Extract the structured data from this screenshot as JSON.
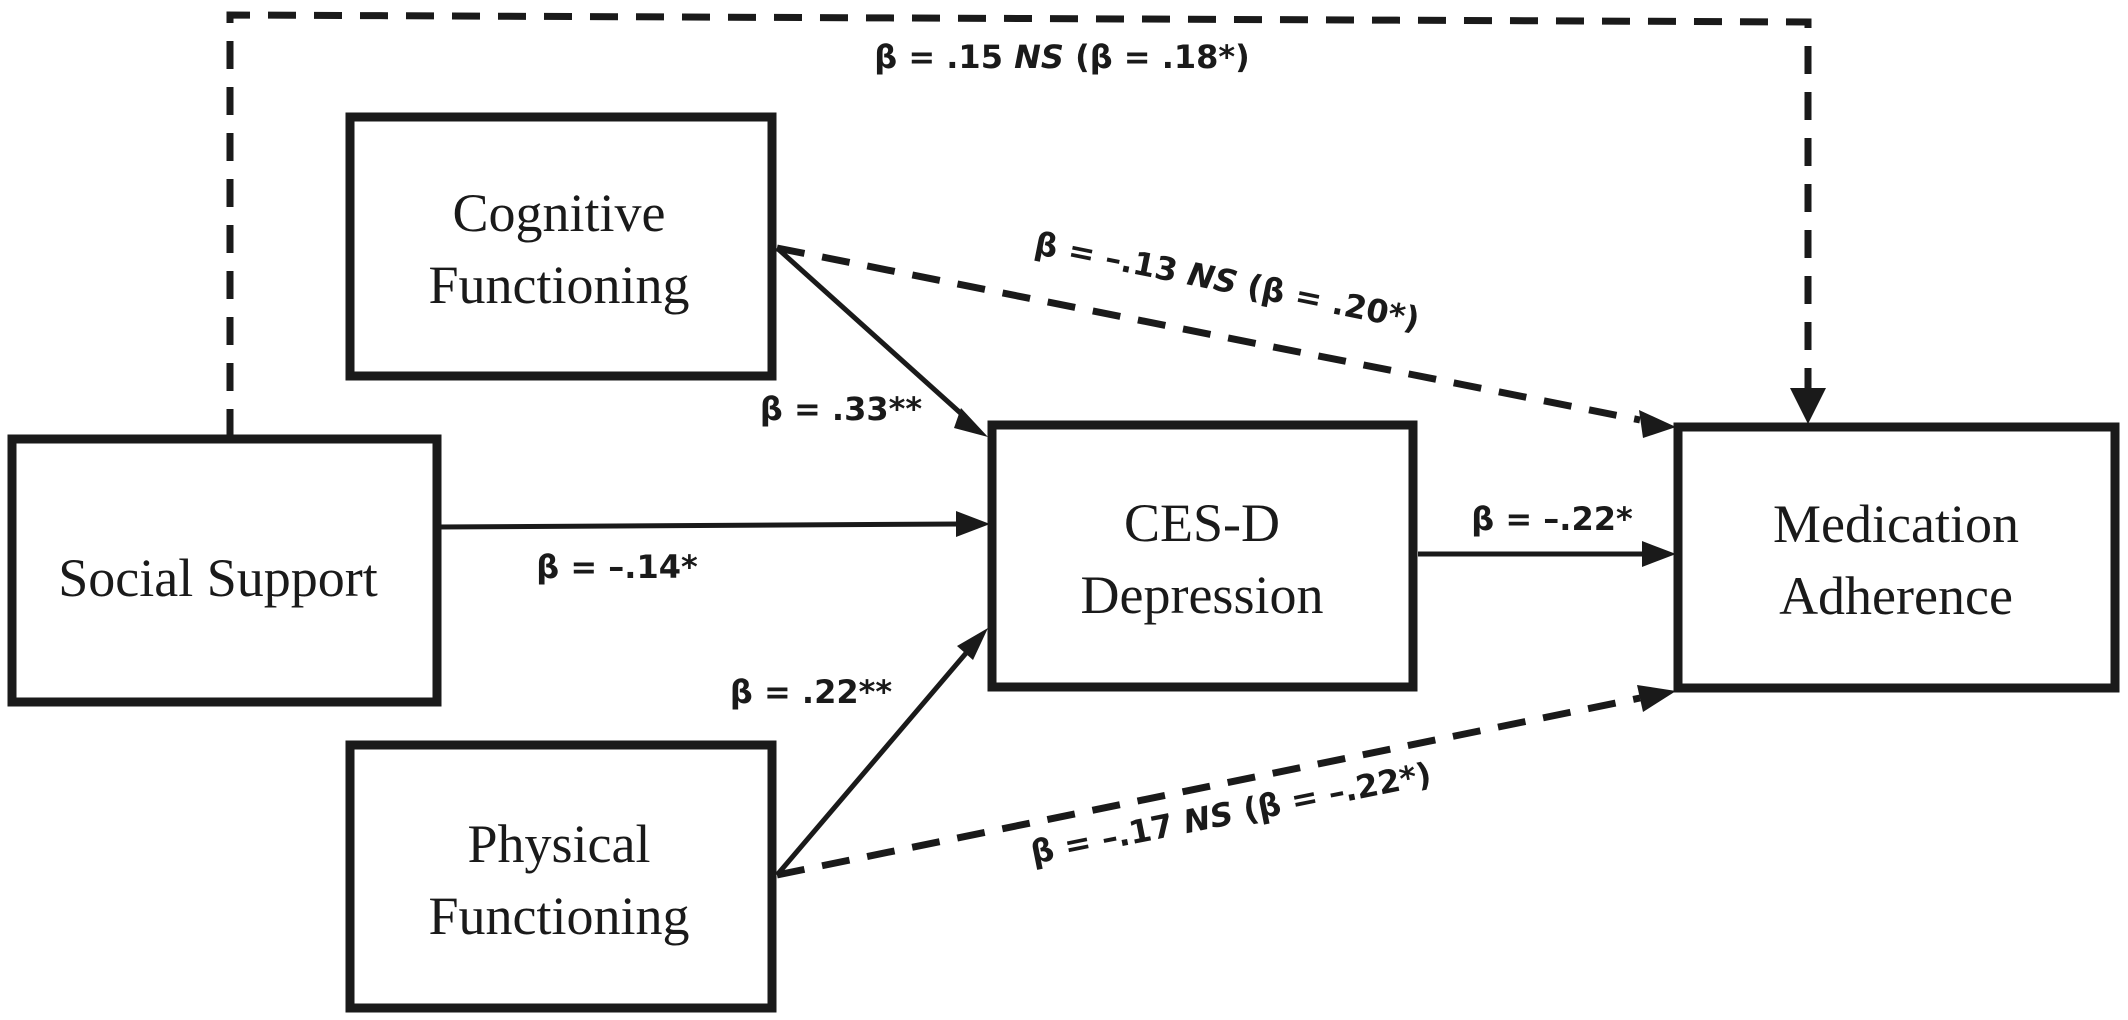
{
  "nodes": {
    "social_support": {
      "lines": [
        "Social Support"
      ]
    },
    "cognitive": {
      "lines": [
        "Cognitive",
        "Functioning"
      ]
    },
    "physical": {
      "lines": [
        "Physical",
        "Functioning"
      ]
    },
    "cesd": {
      "lines": [
        "CES-D",
        "Depression"
      ]
    },
    "adherence": {
      "lines": [
        "Medication",
        "Adherence"
      ]
    }
  },
  "edges": {
    "social_to_adherence": {
      "pre": "β = .15 ",
      "ns": "NS",
      "post": " (β = .18*)"
    },
    "cognitive_to_adherence": {
      "pre": "β = –.13 ",
      "ns": "NS",
      "post": " (β = .20*)"
    },
    "physical_to_adherence": {
      "pre": "β = –.17 ",
      "ns": "NS",
      "post": " (β = –.22*)"
    },
    "cognitive_to_cesd": {
      "label": "β = .33**"
    },
    "social_to_cesd": {
      "label": "β = –.14*"
    },
    "physical_to_cesd": {
      "label": "β = .22**"
    },
    "cesd_to_adherence": {
      "label": "β = –.22*"
    }
  }
}
